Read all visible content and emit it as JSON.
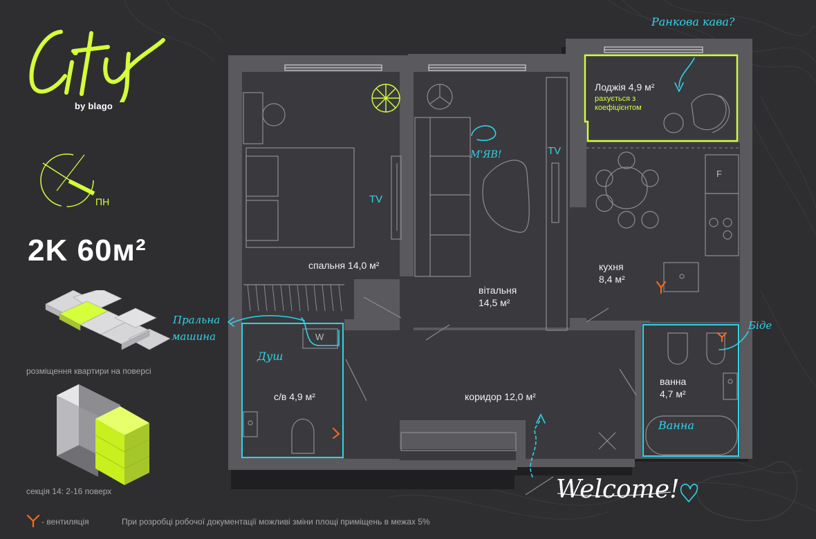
{
  "brand": {
    "logo": "City",
    "sub": "by blago",
    "accent": "#d4ff3a",
    "note_color": "#2fd3e8",
    "vent_color": "#ff6a1a"
  },
  "compass": {
    "label": "ПН"
  },
  "apartment": {
    "title": "2K 60м²"
  },
  "captions": {
    "floor_position": "розміщення квартири на поверсі",
    "section": "секція 14: 2-16 поверх",
    "vent": "- вентиляція",
    "disclaimer": "При розробці робочої документації можливі зміни площі приміщень в межах 5%"
  },
  "rooms": {
    "bedroom": "спальня 14,0 м²",
    "living_1": "вітальня",
    "living_2": "14,5 м²",
    "loggia": "Лоджія 4,9 м²",
    "loggia_note_1": "рахується з",
    "loggia_note_2": "коефіцієнтом",
    "kitchen_1": "кухня",
    "kitchen_2": "8,4 м²",
    "wc": "с/в 4,9 м²",
    "corridor": "коридор 12,0 м²",
    "bath_1": "ванна",
    "bath_2": "4,7 м²"
  },
  "labels": {
    "tv": "TV",
    "washer": "W",
    "fridge": "F"
  },
  "notes": {
    "coffee": "Ранкова кава?",
    "meow": "М'ЯВ!",
    "washing_1": "Пральна",
    "washing_2": "машина",
    "shower": "Душ",
    "bidet": "Біде",
    "bathtub": "Ванна",
    "welcome": "Welcome!"
  }
}
